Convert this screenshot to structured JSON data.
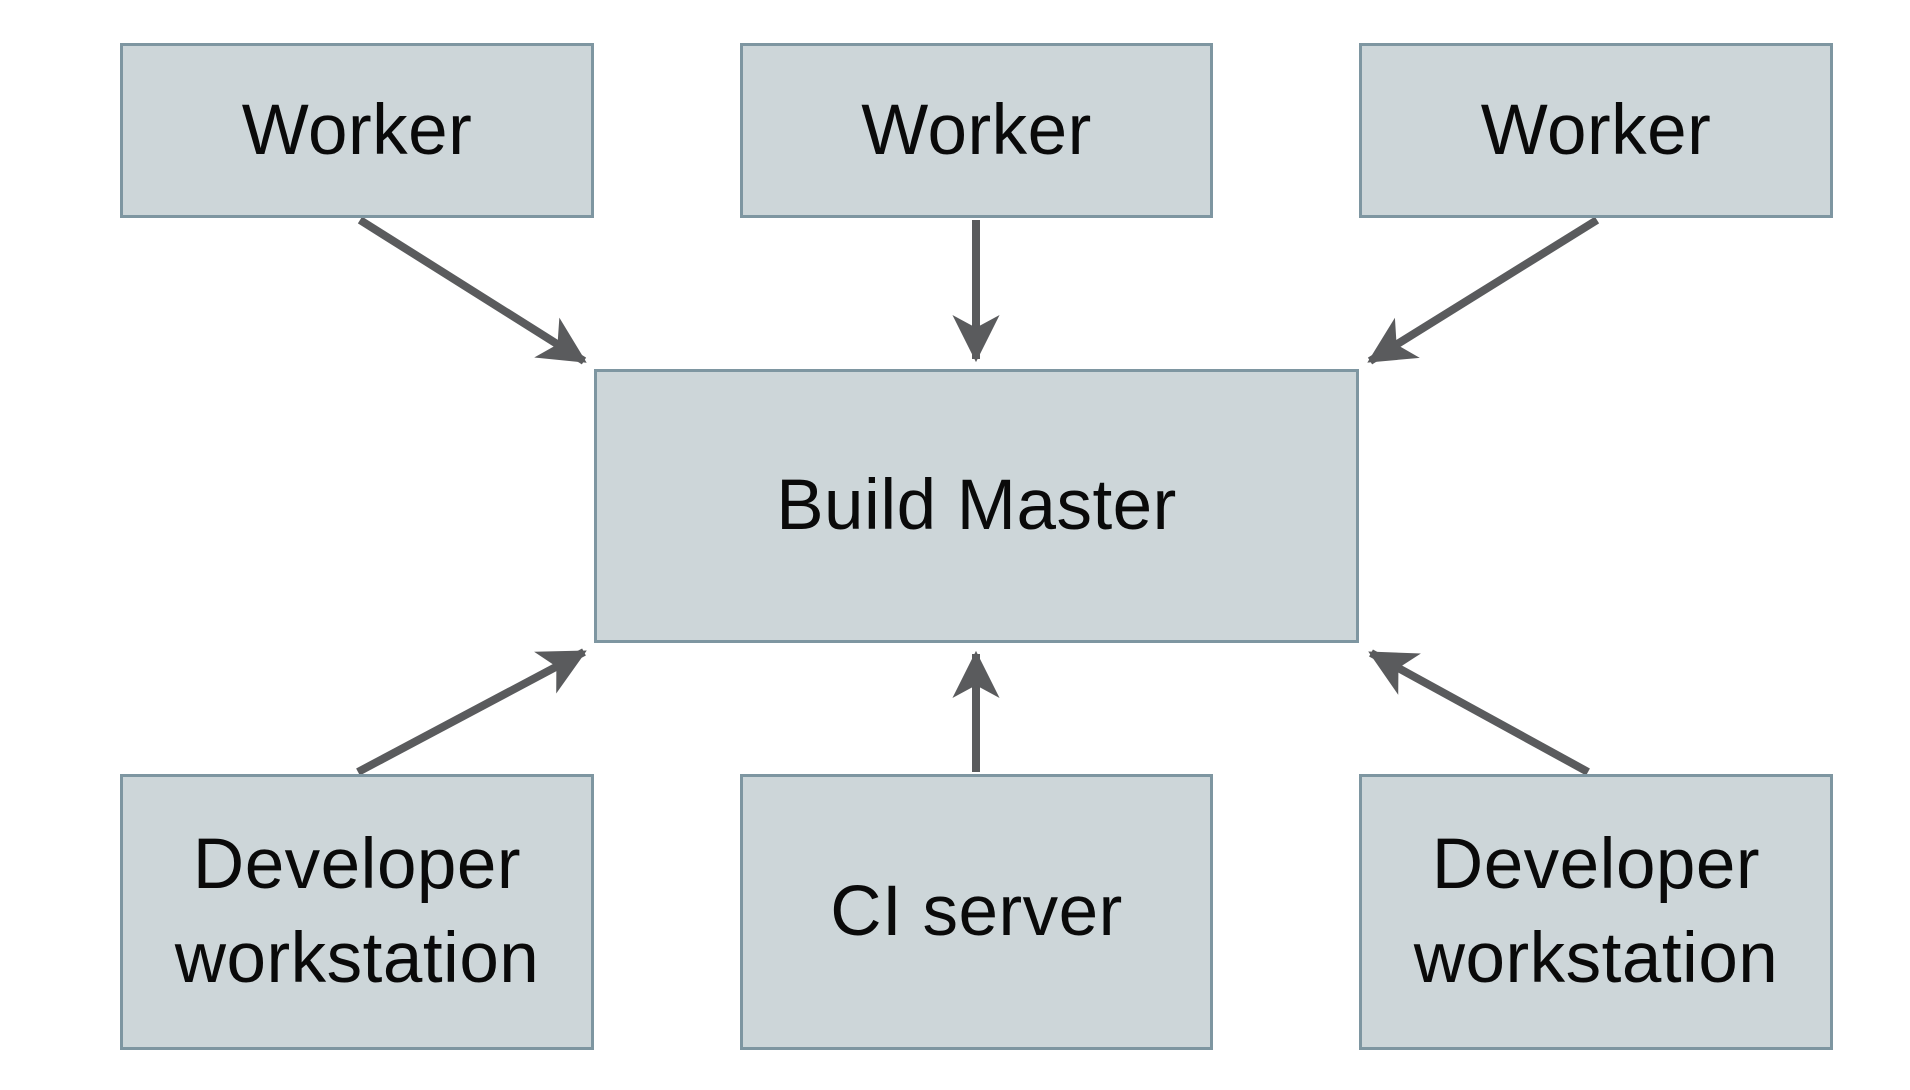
{
  "diagram": {
    "nodes": [
      {
        "id": "worker-left",
        "label": "Worker"
      },
      {
        "id": "worker-middle",
        "label": "Worker"
      },
      {
        "id": "worker-right",
        "label": "Worker"
      },
      {
        "id": "build-master",
        "label": "Build Master"
      },
      {
        "id": "developer-workstation-left",
        "label": "Developer workstation"
      },
      {
        "id": "ci-server",
        "label": "CI server"
      },
      {
        "id": "developer-workstation-right",
        "label": "Developer workstation"
      }
    ],
    "edges": [
      {
        "from": "worker-left",
        "to": "build-master"
      },
      {
        "from": "worker-middle",
        "to": "build-master"
      },
      {
        "from": "worker-right",
        "to": "build-master"
      },
      {
        "from": "developer-workstation-left",
        "to": "build-master"
      },
      {
        "from": "ci-server",
        "to": "build-master"
      },
      {
        "from": "developer-workstation-right",
        "to": "build-master"
      }
    ],
    "colors": {
      "node_fill": "#cdd6d9",
      "node_border": "#7e96a1",
      "arrow": "#5a5b5d",
      "text": "#0a0a0a",
      "background": "#ffffff"
    }
  }
}
